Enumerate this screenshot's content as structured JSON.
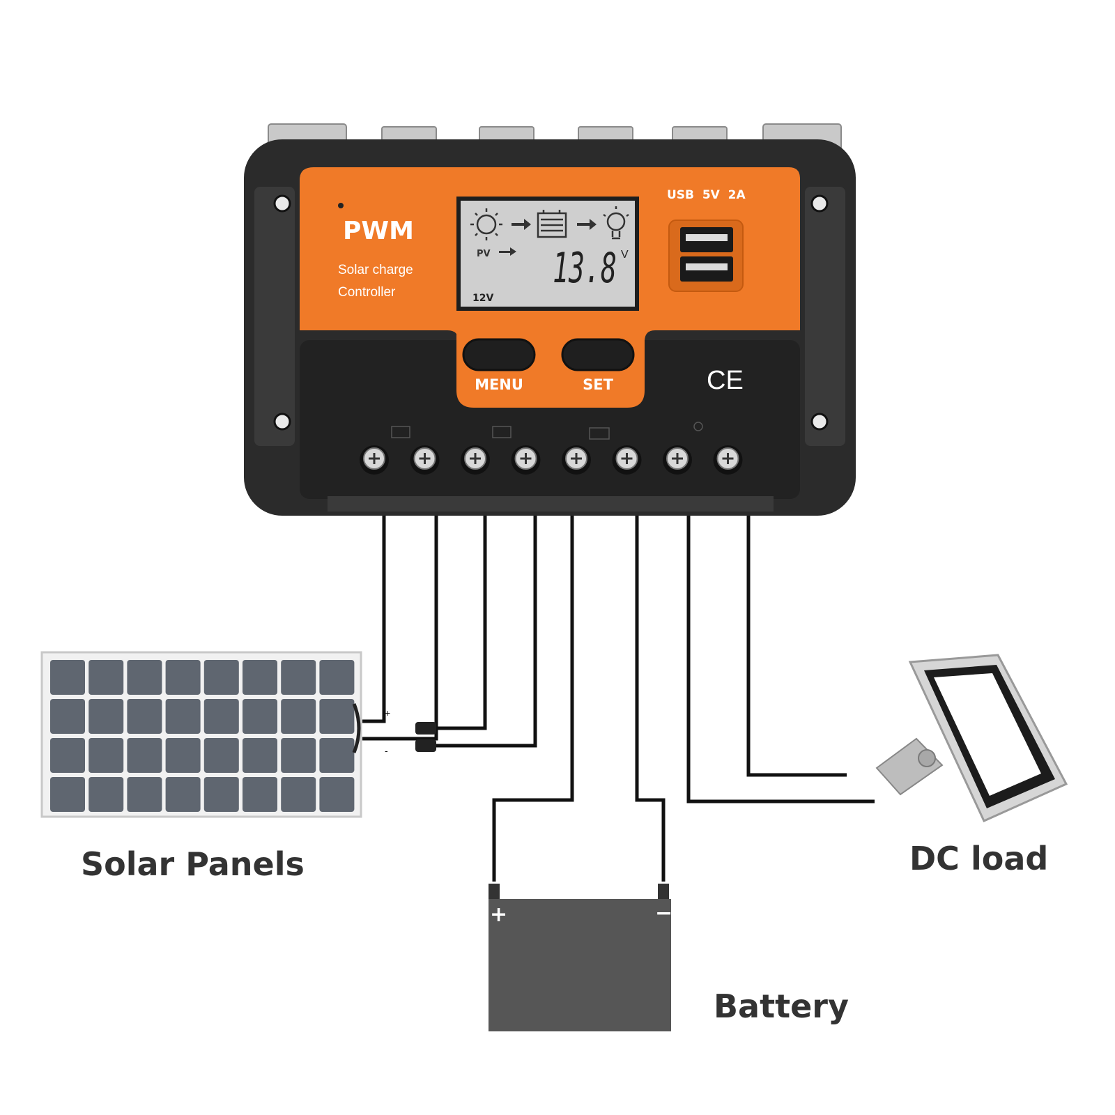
{
  "controller": {
    "brand": "PWM",
    "subtitle_line1": "Solar charge",
    "subtitle_line2": "Controller",
    "usb_label": "USB  5V  2A",
    "ce_mark": "CE",
    "lcd": {
      "pv_label": "PV",
      "voltage": "13.8",
      "unit": "V",
      "system_voltage": "12V"
    },
    "buttons": {
      "menu_label": "MENU",
      "set_label": "SET"
    },
    "terminal_count": 8
  },
  "components": {
    "solar_label": "Solar Panels",
    "battery_label": "Battery",
    "load_label": "DC load",
    "battery_plus": "+",
    "battery_minus": "−"
  },
  "colors": {
    "housing": "#2b2b2b",
    "orange": "#f07a28",
    "lcd": "#cfcfcf",
    "wire": "#111111",
    "battery": "#565656",
    "panel_cell": "#5f6670",
    "label": "#333333"
  }
}
